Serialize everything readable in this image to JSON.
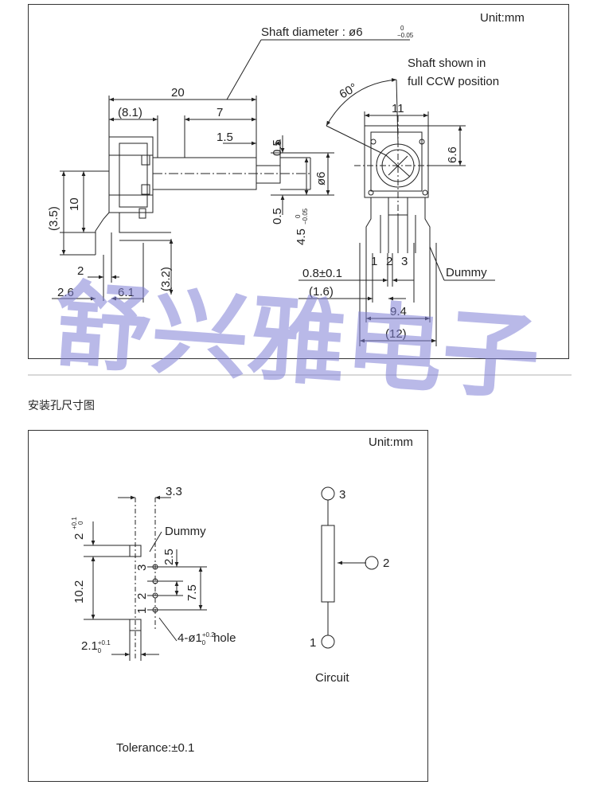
{
  "section_title": "安装孔尺寸图",
  "watermark": "舒兴雅电子",
  "top_drawing": {
    "unit": "Unit:mm",
    "shaft_diameter": "Shaft diameter : ø6",
    "shaft_diameter_tol_upper": "0",
    "shaft_diameter_tol_lower": "−0.05",
    "shaft_note_line1": "Shaft shown in",
    "shaft_note_line2": "full CCW position",
    "angle": "60°",
    "dim_20": "20",
    "dim_8_1": "(8.1)",
    "dim_7": "7",
    "dim_1_5": "1.5",
    "dim_0_5_top": "0.5",
    "dim_0_5_bottom": "0.5",
    "dim_phi6": "ø6",
    "dim_4_5": "4.5",
    "dim_4_5_tol_upper": "0",
    "dim_4_5_tol_lower": "−0.05",
    "dim_3_5": "(3.5)",
    "dim_10": "10",
    "dim_2": "2",
    "dim_2_6": "2.6",
    "dim_6_1": "6.1",
    "dim_3_2": "(3.2)",
    "dim_11": "11",
    "dim_6_6": "6.6",
    "pin_1": "1",
    "pin_2": "2",
    "pin_3": "3",
    "dummy": "Dummy",
    "dim_0_8": "0.8±0.1",
    "dim_1_6": "(1.6)",
    "dim_9_4": "9.4",
    "dim_12": "(12)"
  },
  "bottom_drawing": {
    "unit": "Unit:mm",
    "dim_3_3": "3.3",
    "dim_2": "2",
    "dim_2_tol_upper": "+0.1",
    "dim_2_tol_lower": "0",
    "dummy": "Dummy",
    "dim_2_5": "2.5",
    "dim_10_2": "10.2",
    "dim_7_5": "7.5",
    "pin_3": "3",
    "pin_2": "2",
    "pin_1": "1",
    "hole": "4-ø1",
    "hole_tol_upper": "+0.2",
    "hole_tol_lower": "0",
    "hole_suffix": "hole",
    "dim_2_1": "2.1",
    "dim_2_1_tol_upper": "+0.1",
    "dim_2_1_tol_lower": "0",
    "circuit_pin_3": "3",
    "circuit_pin_2": "2",
    "circuit_pin_1": "1",
    "circuit": "Circuit",
    "tolerance": "Tolerance:±0.1"
  }
}
